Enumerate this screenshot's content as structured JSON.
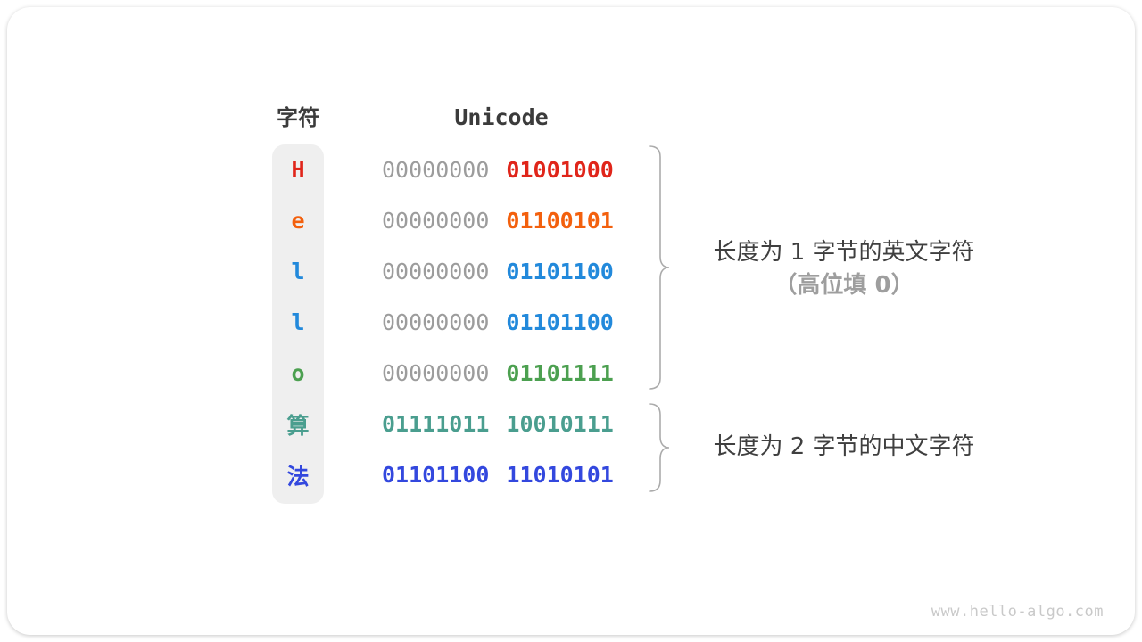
{
  "table": {
    "char_header": "字符",
    "unicode_header": "Unicode",
    "rows": [
      {
        "char": "H",
        "color": "#e0251a",
        "byte_high": "00000000",
        "byte_low": "01001000",
        "high_is_padding": true
      },
      {
        "char": "e",
        "color": "#f3600d",
        "byte_high": "00000000",
        "byte_low": "01100101",
        "high_is_padding": true
      },
      {
        "char": "l",
        "color": "#2289db",
        "byte_high": "00000000",
        "byte_low": "01101100",
        "high_is_padding": true
      },
      {
        "char": "l",
        "color": "#2289db",
        "byte_high": "00000000",
        "byte_low": "01101100",
        "high_is_padding": true
      },
      {
        "char": "o",
        "color": "#4ca050",
        "byte_high": "00000000",
        "byte_low": "01101111",
        "high_is_padding": true
      },
      {
        "char": "算",
        "color": "#4a9e8f",
        "byte_high": "01111011",
        "byte_low": "10010111",
        "high_is_padding": false
      },
      {
        "char": "法",
        "color": "#3348de",
        "byte_high": "01101100",
        "byte_low": "11010101",
        "high_is_padding": false
      }
    ]
  },
  "annotations": {
    "english": {
      "line1": "长度为 1 字节的英文字符",
      "line2": "（高位填 0）"
    },
    "chinese": {
      "line1": "长度为 2 字节的中文字符"
    }
  },
  "watermark": "www.hello-algo.com",
  "colors": {
    "padding_gray": "#9c9c9c",
    "pill_bg": "#efefef",
    "annotation_dark": "#3f3f3f",
    "annotation_gray": "#9e9e9e",
    "brace": "#ababab",
    "watermark": "#c9c9c9"
  }
}
